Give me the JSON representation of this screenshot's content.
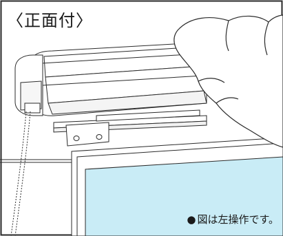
{
  "header": {
    "title": "〈正面付〉"
  },
  "caption": {
    "bullet": "●",
    "text": "図は左操作です。"
  },
  "colors": {
    "line": "#2a2a2a",
    "window_glass": "#c9ecf6",
    "wall": "#ffffff",
    "hand_fill": "#ffffff"
  },
  "icons": {
    "illustration": "roller-blind-front-mount-diagram"
  }
}
